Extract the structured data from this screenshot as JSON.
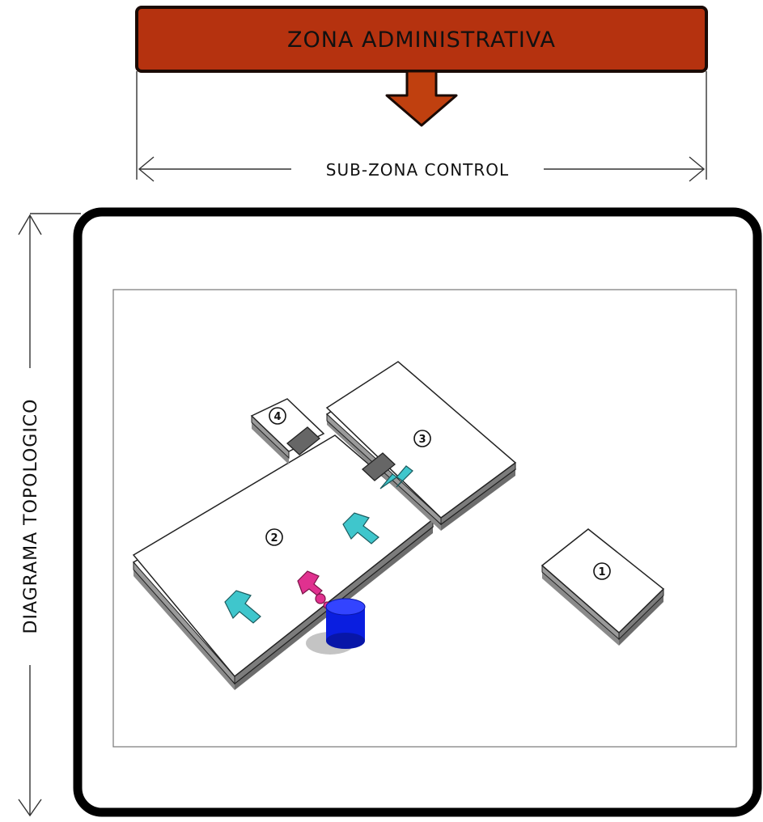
{
  "header": {
    "title": "ZONA ADMINISTRATIVA",
    "fill_color": "#b5320f",
    "arrow_color": "#c0400f"
  },
  "subzone_label": "SUB-ZONA CONTROL",
  "side_label": "DIAGRAMA TOPOLOGICO",
  "blocks": [
    {
      "number": "1"
    },
    {
      "number": "2"
    },
    {
      "number": "3"
    },
    {
      "number": "4"
    }
  ],
  "colors": {
    "frame": "#000000",
    "cyan_arrow": "#3fc6cc",
    "pink_arrow": "#e0318f",
    "cylinder": "#0a1ee0",
    "slab_side": "#8a8a8a",
    "slab_top": "#ffffff"
  },
  "icons": [
    "down-arrow-icon",
    "double-headed-arrow-icon",
    "flow-arrow-icon",
    "access-arrow-icon",
    "cylinder-icon"
  ]
}
